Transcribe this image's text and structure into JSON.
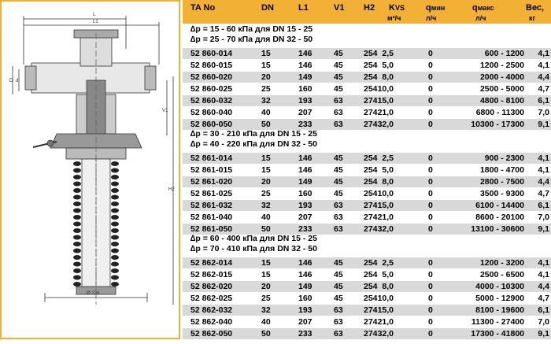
{
  "header": {
    "ta_no": "TA No",
    "dn": "DN",
    "l1": "L1",
    "v1": "V1",
    "h2": "H2",
    "kvs": "K",
    "kvs_sub": "VS",
    "kvs_unit": "м³/ч",
    "qmin": "q",
    "qmin_sub": "мин",
    "qmin_unit": "л/ч",
    "qmax": "q",
    "qmax_sub": "макс",
    "qmax_unit": "л/ч",
    "weight": "Вес,",
    "weight_unit": "кг"
  },
  "drawing": {
    "dim_L": "L",
    "dim_L1": "L1",
    "dim_D": "D",
    "dim_d": "d",
    "dim_V1": "V1",
    "dim_H2": "H2",
    "dim_diam": "Ø 136"
  },
  "groups": [
    {
      "line1": "∆p = 15 - 60 кПа для DN 15 - 25",
      "line2": "∆p = 25 - 70 кПа для DN 32 - 50",
      "rows": [
        [
          "52 860-014",
          "15",
          "146",
          "45",
          "254",
          "2,5",
          "0",
          "600 - 1200",
          "4,1"
        ],
        [
          "52 860-015",
          "15",
          "146",
          "45",
          "254",
          "5,0",
          "0",
          "1200 - 2500",
          "4,1"
        ],
        [
          "52 860-020",
          "20",
          "149",
          "45",
          "254",
          "8,0",
          "0",
          "2000 - 4000",
          "4,4"
        ],
        [
          "52 860-025",
          "25",
          "160",
          "45",
          "254",
          "10,0",
          "0",
          "2500 - 5000",
          "4,7"
        ],
        [
          "52 860-032",
          "32",
          "193",
          "63",
          "274",
          "15,0",
          "0",
          "4800 - 8100",
          "6,1"
        ],
        [
          "52 860-040",
          "40",
          "207",
          "63",
          "274",
          "21,0",
          "0",
          "6800 - 11300",
          "7,0"
        ],
        [
          "52 860-050",
          "50",
          "233",
          "63",
          "274",
          "32,0",
          "0",
          "10300 - 17300",
          "9,1"
        ]
      ]
    },
    {
      "line1": "∆p = 30 - 210 кПа для DN 15 - 25",
      "line2": "∆p = 40 - 220 кПа для DN 32 - 50",
      "rows": [
        [
          "52 861-014",
          "15",
          "146",
          "45",
          "254",
          "2,5",
          "0",
          "900 - 2300",
          "4,1"
        ],
        [
          "52 861-015",
          "15",
          "146",
          "45",
          "254",
          "5,0",
          "0",
          "1800 - 4700",
          "4,1"
        ],
        [
          "52 861-020",
          "20",
          "149",
          "45",
          "254",
          "8,0",
          "0",
          "2800 - 7500",
          "4,4"
        ],
        [
          "52 861-025",
          "25",
          "160",
          "45",
          "254",
          "10,0",
          "0",
          "3500 - 9300",
          "4,7"
        ],
        [
          "52 861-032",
          "32",
          "193",
          "63",
          "274",
          "15,0",
          "0",
          "6100 - 14400",
          "6,1"
        ],
        [
          "52 861-040",
          "40",
          "207",
          "63",
          "274",
          "21,0",
          "0",
          "8600 - 20100",
          "7,0"
        ],
        [
          "52 861-050",
          "50",
          "233",
          "63",
          "274",
          "32,0",
          "0",
          "13100 - 30600",
          "9,1"
        ]
      ]
    },
    {
      "line1": "∆p = 60 - 400 кПа для DN 15 - 25",
      "line2": "∆p = 70 - 410 кПа для DN 32 - 50",
      "rows": [
        [
          "52 862-014",
          "15",
          "146",
          "45",
          "254",
          "2,5",
          "0",
          "1200 - 3200",
          "4,1"
        ],
        [
          "52 862-015",
          "15",
          "146",
          "45",
          "254",
          "5,0",
          "0",
          "2500 - 6500",
          "4,1"
        ],
        [
          "52 862-020",
          "20",
          "149",
          "45",
          "254",
          "8,0",
          "0",
          "4000 - 10300",
          "4,4"
        ],
        [
          "52 862-025",
          "25",
          "160",
          "45",
          "254",
          "10,0",
          "0",
          "5000 - 12900",
          "4,7"
        ],
        [
          "52 862-032",
          "32",
          "193",
          "63",
          "274",
          "15,0",
          "0",
          "8100 - 19600",
          "6,1"
        ],
        [
          "52 862-040",
          "40",
          "207",
          "63",
          "274",
          "21,0",
          "0",
          "11300 - 27400",
          "7,0"
        ],
        [
          "52 862-050",
          "50",
          "233",
          "63",
          "274",
          "32,0",
          "0",
          "17300 - 41800",
          "9,1"
        ]
      ]
    }
  ]
}
